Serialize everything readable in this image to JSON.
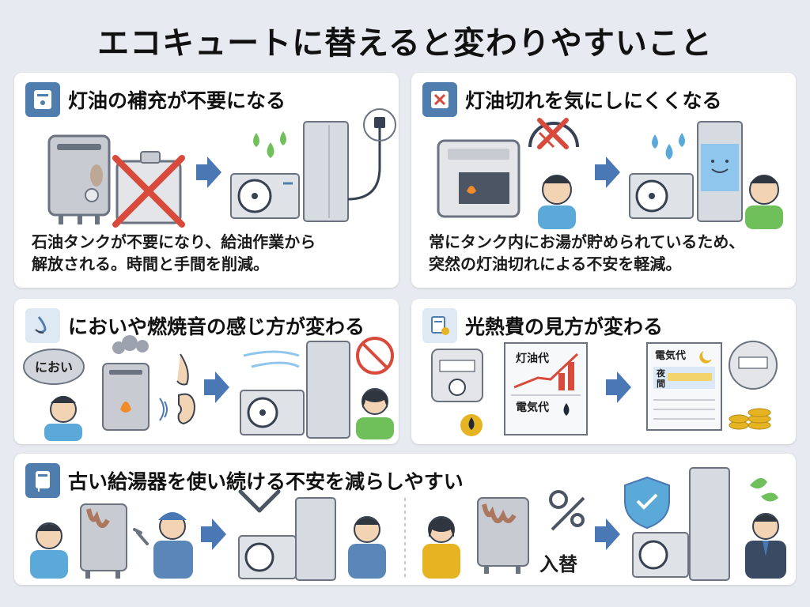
{
  "page_title": "エコキュートに替えると変わりやすいこと",
  "cards": [
    {
      "title": "灯油の補充が不要になる",
      "description_lines": [
        "石油タンクが不要になり、給油作業から",
        "解放される。時間と手間を削減。"
      ]
    },
    {
      "title": "灯油切れを気にしにくくなる",
      "description_lines": [
        "常にタンク内にお湯が貯められているため、",
        "突然の灯油切れによる不安を軽減。"
      ]
    },
    {
      "title": "においや燃焼音の感じ方が変わる",
      "speech_bubble": "におい"
    },
    {
      "title": "光熱費の見方が変わる",
      "doc_kerosene_label": "灯油代",
      "doc_electric_label": "電気代",
      "bill_title": "電気代",
      "bill_night_label": "夜\n間"
    },
    {
      "title": "古い給湯器を使い続ける不安を減らしやすい",
      "replace_label": "入替"
    }
  ],
  "colors": {
    "accent_blue": "#4f7dae",
    "arrow_blue": "#4a78b5",
    "cross_red": "#d84a3c",
    "water_blue": "#5aa9d9",
    "leaf_green": "#6fbf5a"
  }
}
